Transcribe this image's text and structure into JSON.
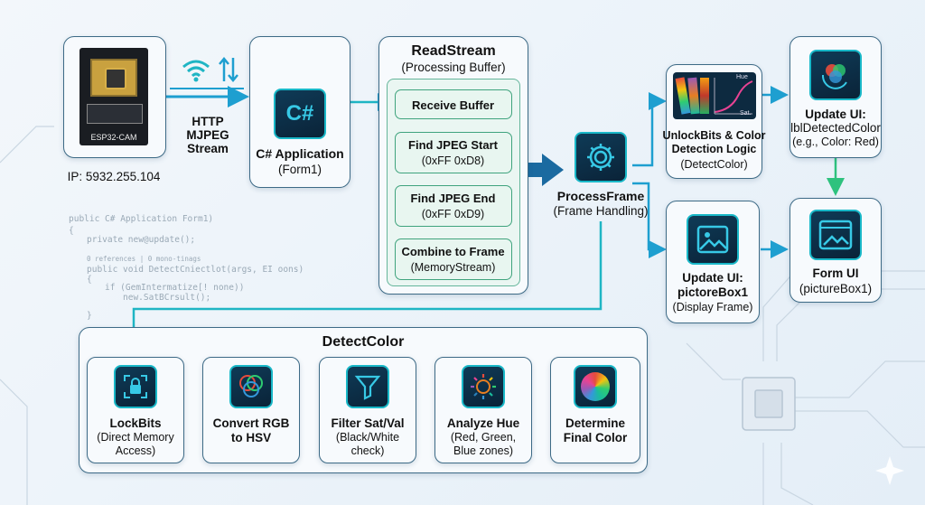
{
  "esp": {
    "chip_label": "ESP32-CAM",
    "ip": "IP: 5932.255.104"
  },
  "link": {
    "line1": "HTTP",
    "line2": "MJPEG",
    "line3": "Stream"
  },
  "csharp": {
    "icon_text": "C#",
    "title": "C# Application",
    "sub": "(Form1)"
  },
  "readstream": {
    "title": "ReadStream",
    "sub": "(Processing Buffer)",
    "steps": [
      {
        "title": "Receive Buffer",
        "sub": ""
      },
      {
        "title": "Find JPEG Start",
        "sub": "(0xFF 0xD8)"
      },
      {
        "title": "Find JPEG End",
        "sub": "(0xFF 0xD9)"
      },
      {
        "title": "Combine to Frame",
        "sub": "(MemoryStream)"
      }
    ]
  },
  "process": {
    "title": "ProcessFrame",
    "sub": "(Frame Handling)"
  },
  "unlock": {
    "l1": "UnlockBits & Color",
    "l2": "Detection Logic",
    "l3": "(DetectColor)",
    "chart_hue": "Hue",
    "chart_sat": "Sat."
  },
  "update_label": {
    "l1": "Update UI:",
    "l2": "lblDetectedColor",
    "l3": "(e.g., Color: Red)"
  },
  "update_picture": {
    "l1": "Update UI:",
    "l2": "pictoreBox1",
    "l3": "(Display Frame)"
  },
  "form_ui": {
    "l1": "Form UI",
    "l2": "(pictureBox1)"
  },
  "detect": {
    "title": "DetectColor",
    "steps": [
      {
        "l1": "LockBits",
        "l2": "(Direct Memory",
        "l3": "Access)"
      },
      {
        "l1": "Convert RGB",
        "l2": "to HSV",
        "l3": ""
      },
      {
        "l1": "Filter Sat/Val",
        "l2": "(Black/White",
        "l3": "check)"
      },
      {
        "l1": "Analyze Hue",
        "l2": "(Red, Green,",
        "l3": "Blue zones)"
      },
      {
        "l1": "Determine",
        "l2": "Final Color",
        "l3": ""
      }
    ]
  },
  "code_bg": [
    "public C# Application Form1)",
    "{",
    "private new@update();",
    "0 references | 0 mono-tinags",
    "public void DetectCniectlot(args, EI oons)",
    "{",
    "if (GemIntermatize[! none))",
    "new.SatBCrsult();",
    "}"
  ],
  "colors": {
    "accent": "#1fb5c4",
    "arrow": "#1e9fd0",
    "green": "#2ec27e",
    "border": "#3d6a86"
  }
}
